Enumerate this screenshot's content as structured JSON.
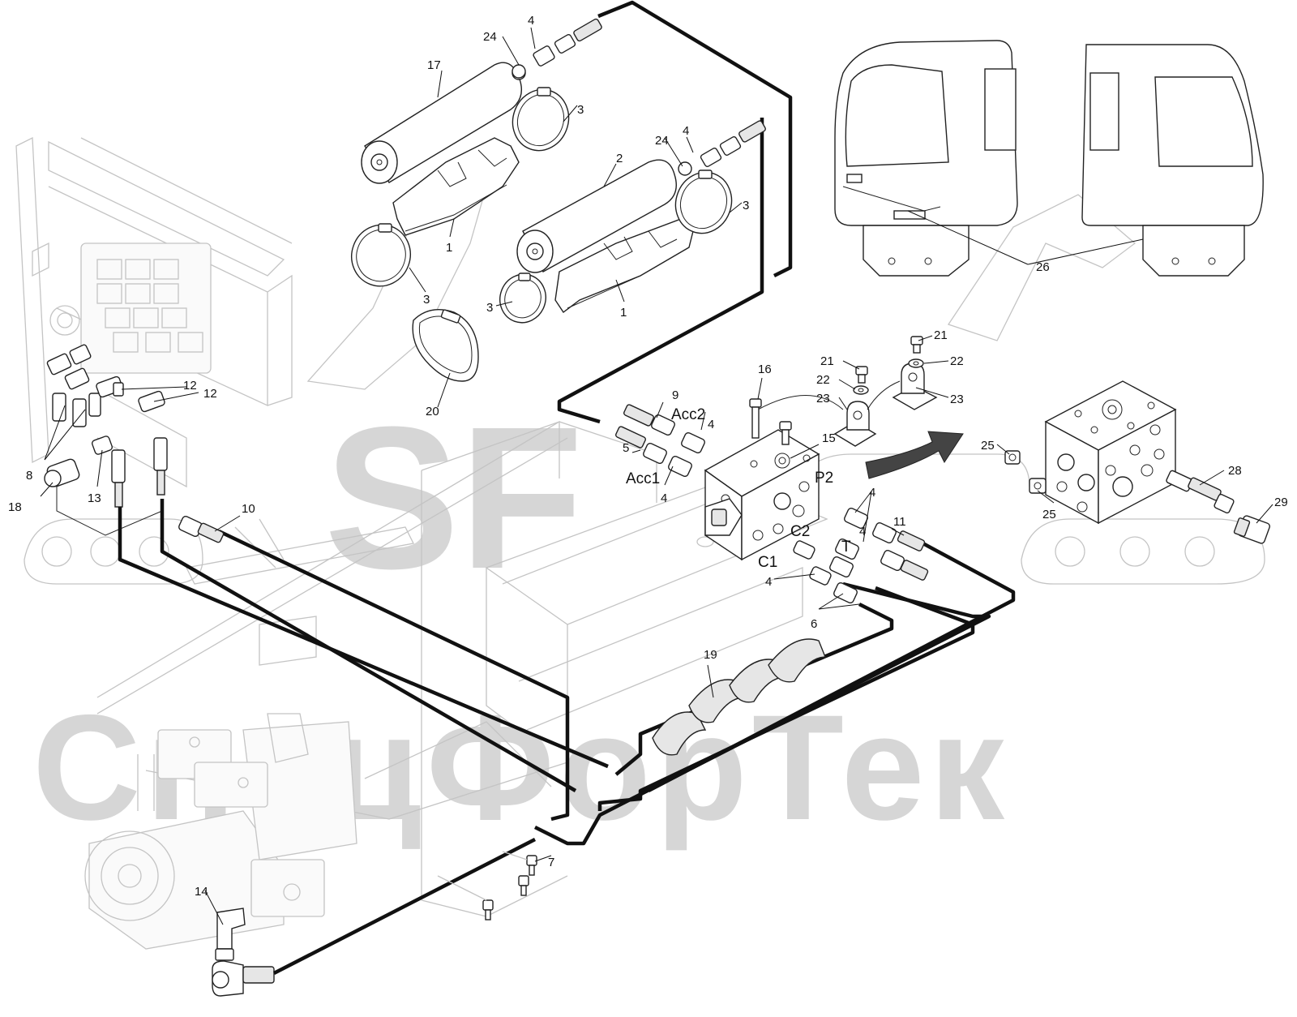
{
  "watermark": {
    "logo": "SF",
    "brand": "СпецФорТек"
  },
  "callouts": [
    {
      "id": "c1a",
      "text": "1"
    },
    {
      "id": "c1b",
      "text": "1"
    },
    {
      "id": "c2",
      "text": "2"
    },
    {
      "id": "c3a",
      "text": "3"
    },
    {
      "id": "c3b",
      "text": "3"
    },
    {
      "id": "c3c",
      "text": "3"
    },
    {
      "id": "c3d",
      "text": "3"
    },
    {
      "id": "c4a",
      "text": "4"
    },
    {
      "id": "c4b",
      "text": "4"
    },
    {
      "id": "c4c",
      "text": "4"
    },
    {
      "id": "c4d",
      "text": "4"
    },
    {
      "id": "c4e",
      "text": "4"
    },
    {
      "id": "c4f",
      "text": "4"
    },
    {
      "id": "c4g",
      "text": "4"
    },
    {
      "id": "c5",
      "text": "5"
    },
    {
      "id": "c6",
      "text": "6"
    },
    {
      "id": "c7",
      "text": "7"
    },
    {
      "id": "c8",
      "text": "8"
    },
    {
      "id": "c9",
      "text": "9"
    },
    {
      "id": "c10",
      "text": "10"
    },
    {
      "id": "c11",
      "text": "11"
    },
    {
      "id": "c12a",
      "text": "12"
    },
    {
      "id": "c12b",
      "text": "12"
    },
    {
      "id": "c13",
      "text": "13"
    },
    {
      "id": "c14",
      "text": "14"
    },
    {
      "id": "c15",
      "text": "15"
    },
    {
      "id": "c16",
      "text": "16"
    },
    {
      "id": "c17",
      "text": "17"
    },
    {
      "id": "c18",
      "text": "18"
    },
    {
      "id": "c19",
      "text": "19"
    },
    {
      "id": "c20",
      "text": "20"
    },
    {
      "id": "c21a",
      "text": "21"
    },
    {
      "id": "c21b",
      "text": "21"
    },
    {
      "id": "c22a",
      "text": "22"
    },
    {
      "id": "c22b",
      "text": "22"
    },
    {
      "id": "c23a",
      "text": "23"
    },
    {
      "id": "c23b",
      "text": "23"
    },
    {
      "id": "c24a",
      "text": "24"
    },
    {
      "id": "c24b",
      "text": "24"
    },
    {
      "id": "c25a",
      "text": "25"
    },
    {
      "id": "c25b",
      "text": "25"
    },
    {
      "id": "c26",
      "text": "26"
    },
    {
      "id": "c28",
      "text": "28"
    },
    {
      "id": "c29",
      "text": "29"
    }
  ],
  "ports": [
    {
      "id": "acc2",
      "text": "Acc2"
    },
    {
      "id": "acc1",
      "text": "Acc1"
    },
    {
      "id": "p2",
      "text": "P2"
    },
    {
      "id": "c2port",
      "text": "C2"
    },
    {
      "id": "c1port",
      "text": "C1"
    },
    {
      "id": "tport",
      "text": "T"
    }
  ]
}
